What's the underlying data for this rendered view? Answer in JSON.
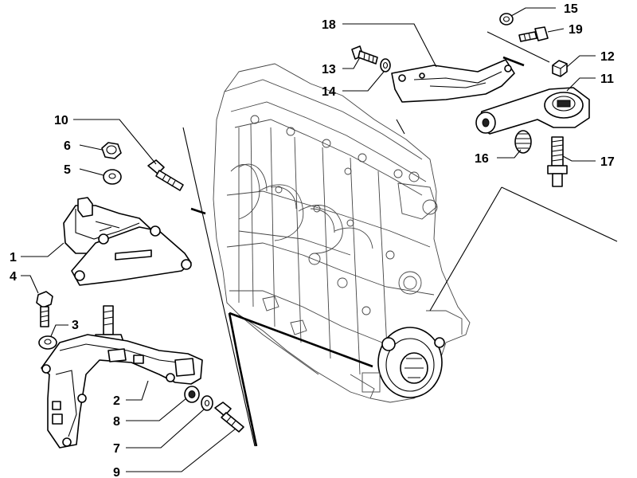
{
  "callouts": [
    {
      "id": "c1",
      "text": "1"
    },
    {
      "id": "c2",
      "text": "2"
    },
    {
      "id": "c3",
      "text": "3"
    },
    {
      "id": "c4",
      "text": "4"
    },
    {
      "id": "c5",
      "text": "5"
    },
    {
      "id": "c6",
      "text": "6"
    },
    {
      "id": "c7",
      "text": "7"
    },
    {
      "id": "c8",
      "text": "8"
    },
    {
      "id": "c9",
      "text": "9"
    },
    {
      "id": "c10",
      "text": "10"
    },
    {
      "id": "c11",
      "text": "11"
    },
    {
      "id": "c12",
      "text": "12"
    },
    {
      "id": "c13",
      "text": "13"
    },
    {
      "id": "c14",
      "text": "14"
    },
    {
      "id": "c15",
      "text": "15"
    },
    {
      "id": "c16",
      "text": "16"
    },
    {
      "id": "c17",
      "text": "17"
    },
    {
      "id": "c18",
      "text": "18"
    },
    {
      "id": "c19",
      "text": "19"
    }
  ],
  "colors": {
    "ink": "#000000",
    "engine_ink": "#444444",
    "background": "#ffffff"
  }
}
